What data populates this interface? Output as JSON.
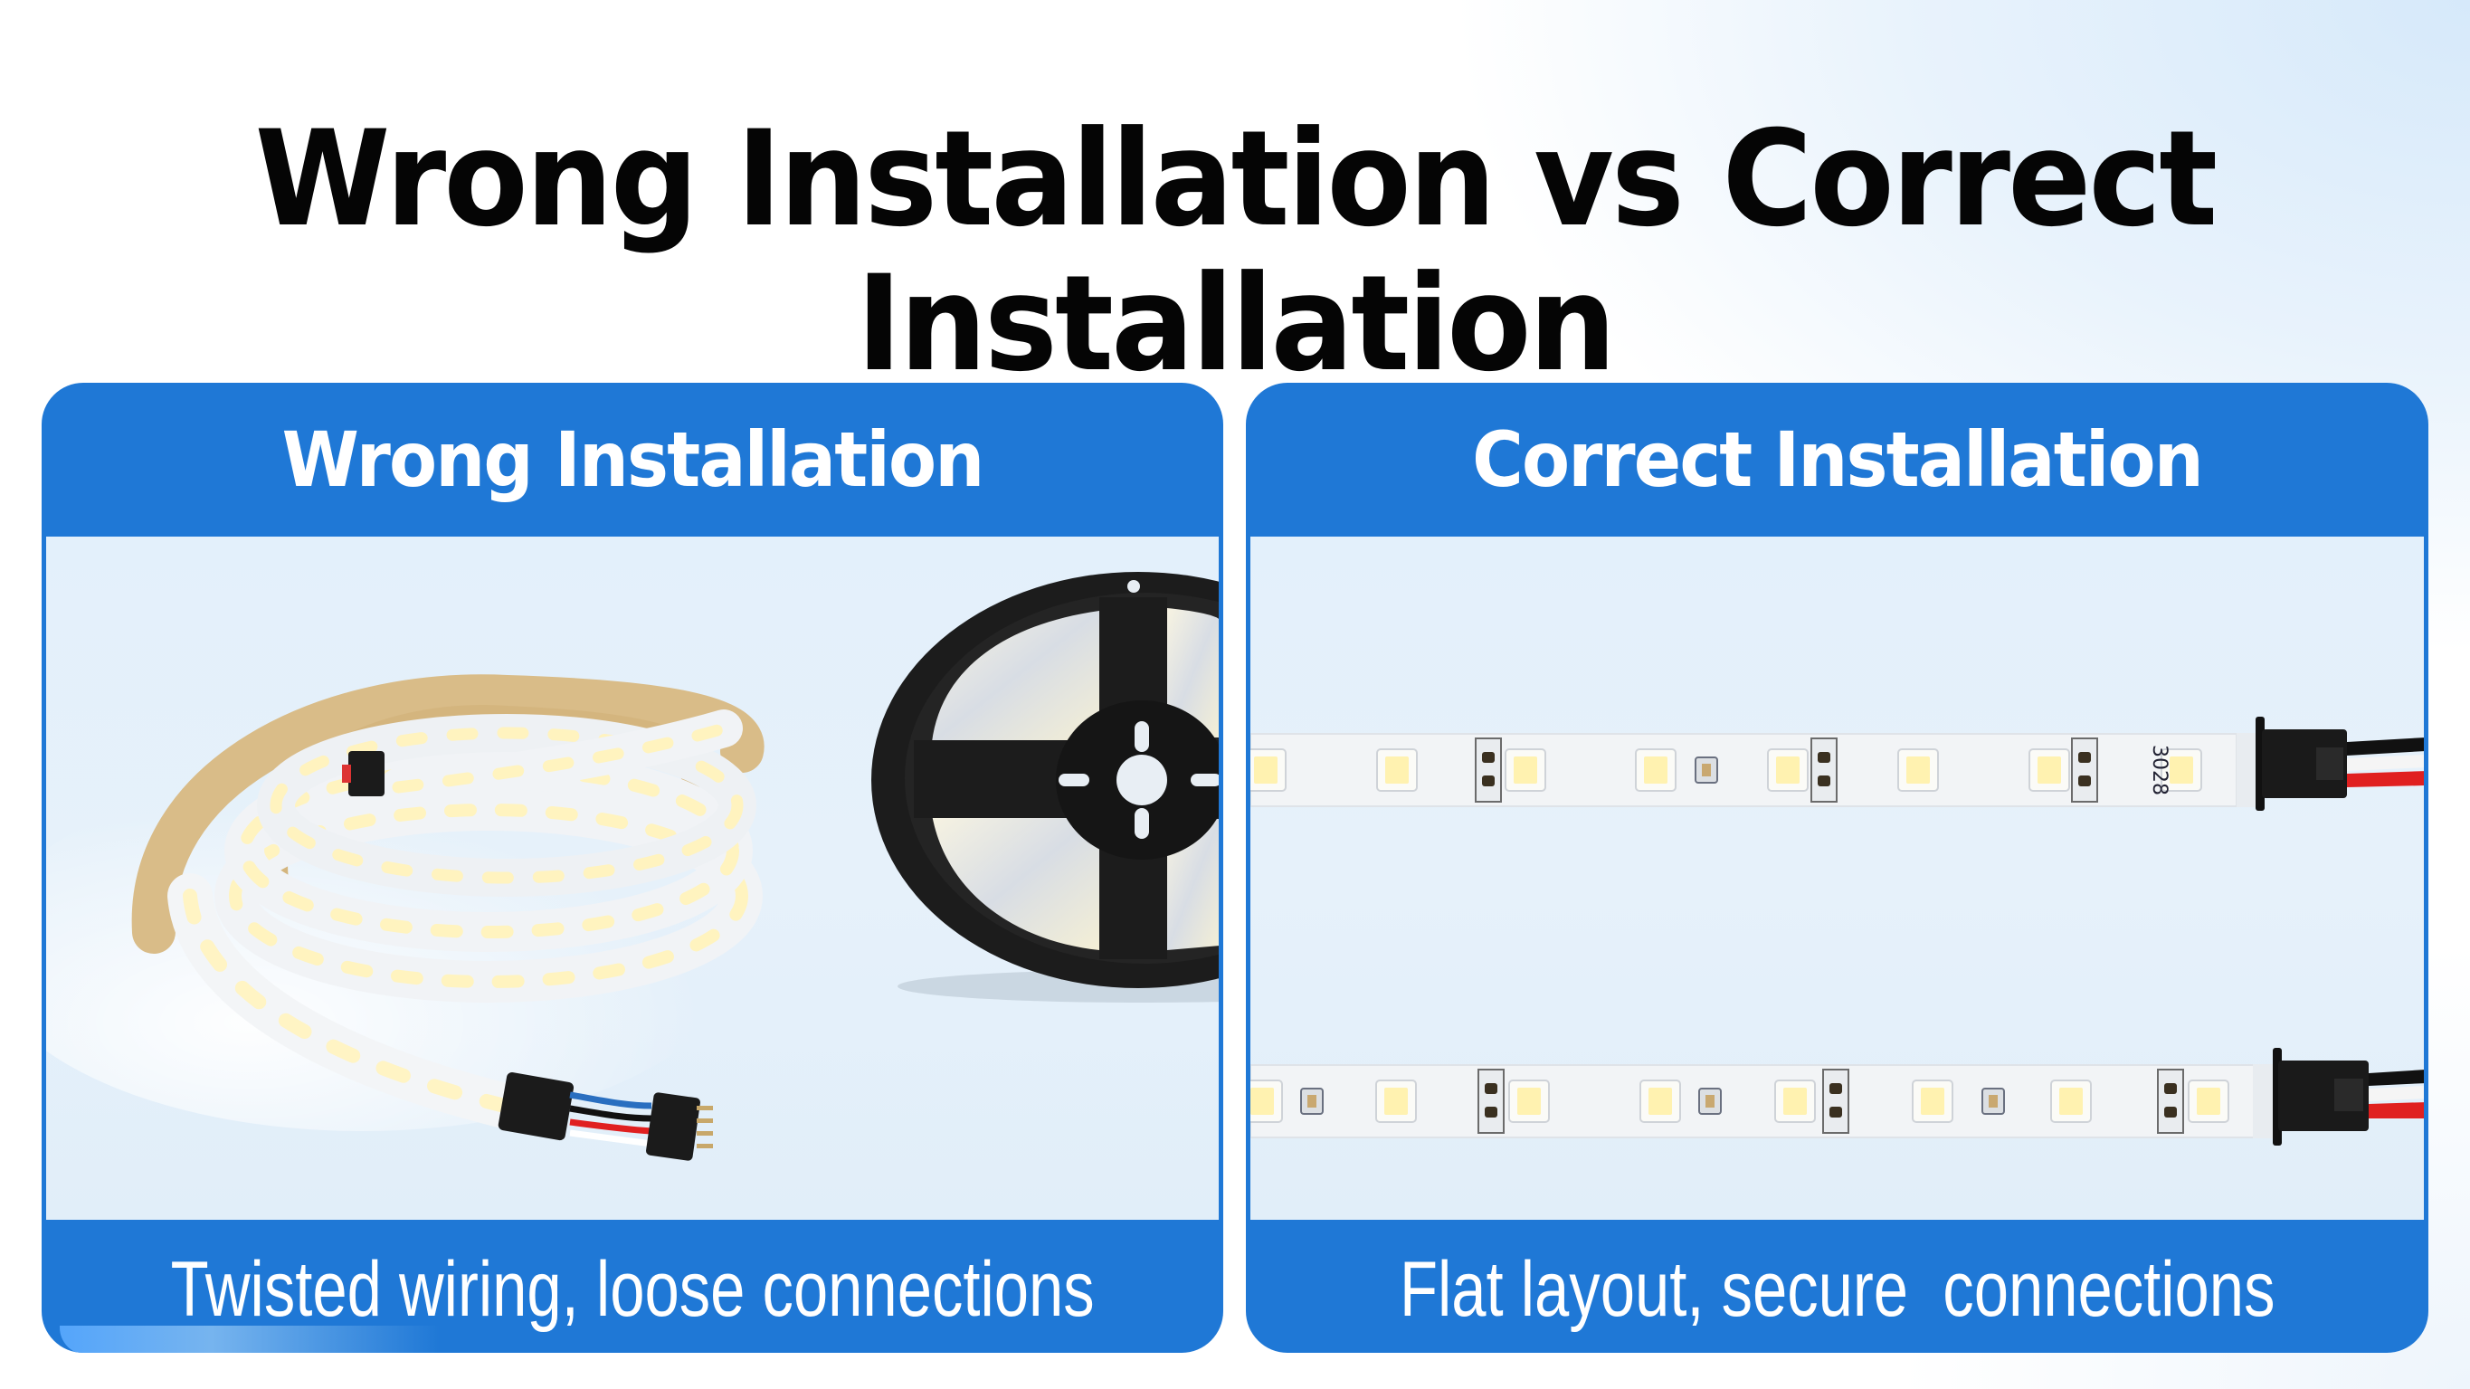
{
  "title": "Wrong Installation vs Correct Installation",
  "colors": {
    "card_blue": "#1f78d6",
    "panel_bg": "#e3f0fb",
    "title_text": "#050505",
    "header_text": "#ffffff",
    "reel_black": "#1a1a1a",
    "strip_white": "#f2f4f6",
    "led_yellow": "#fff2b0",
    "adhesive_tan": "#d9bc88",
    "wire_red": "#e02020",
    "wire_blue": "#2a6fc0",
    "wire_black": "#111111"
  },
  "cards": {
    "wrong": {
      "header": "Wrong Installation",
      "caption": "Twisted wiring, loose connections",
      "image": {
        "subjects": [
          "coiled-led-strip",
          "led-strip-reel",
          "4-pin-connector"
        ],
        "wire_colors": [
          "blue",
          "black",
          "red",
          "white"
        ]
      }
    },
    "correct": {
      "header": "Correct Installation",
      "caption": "Flat layout, secure  connections",
      "image": {
        "subjects": [
          "straight-led-strip",
          "straight-led-strip"
        ],
        "strip_label": "3028",
        "strips": [
          {
            "led_x": [
              1399,
              1544,
              1686,
              1830,
              1976,
              2120,
              2265,
              2411
            ],
            "resistor_x": [
              1645,
              2016,
              2304
            ],
            "chip_x": [
              1886
            ]
          },
          {
            "led_x": [
              1395,
              1543,
              1690,
              1835,
              1984,
              2136,
              2289,
              2441
            ],
            "resistor_x": [
              1648,
              2029,
              2399
            ],
            "chip_x": [
              1450,
              1890,
              2203
            ]
          }
        ]
      }
    }
  }
}
